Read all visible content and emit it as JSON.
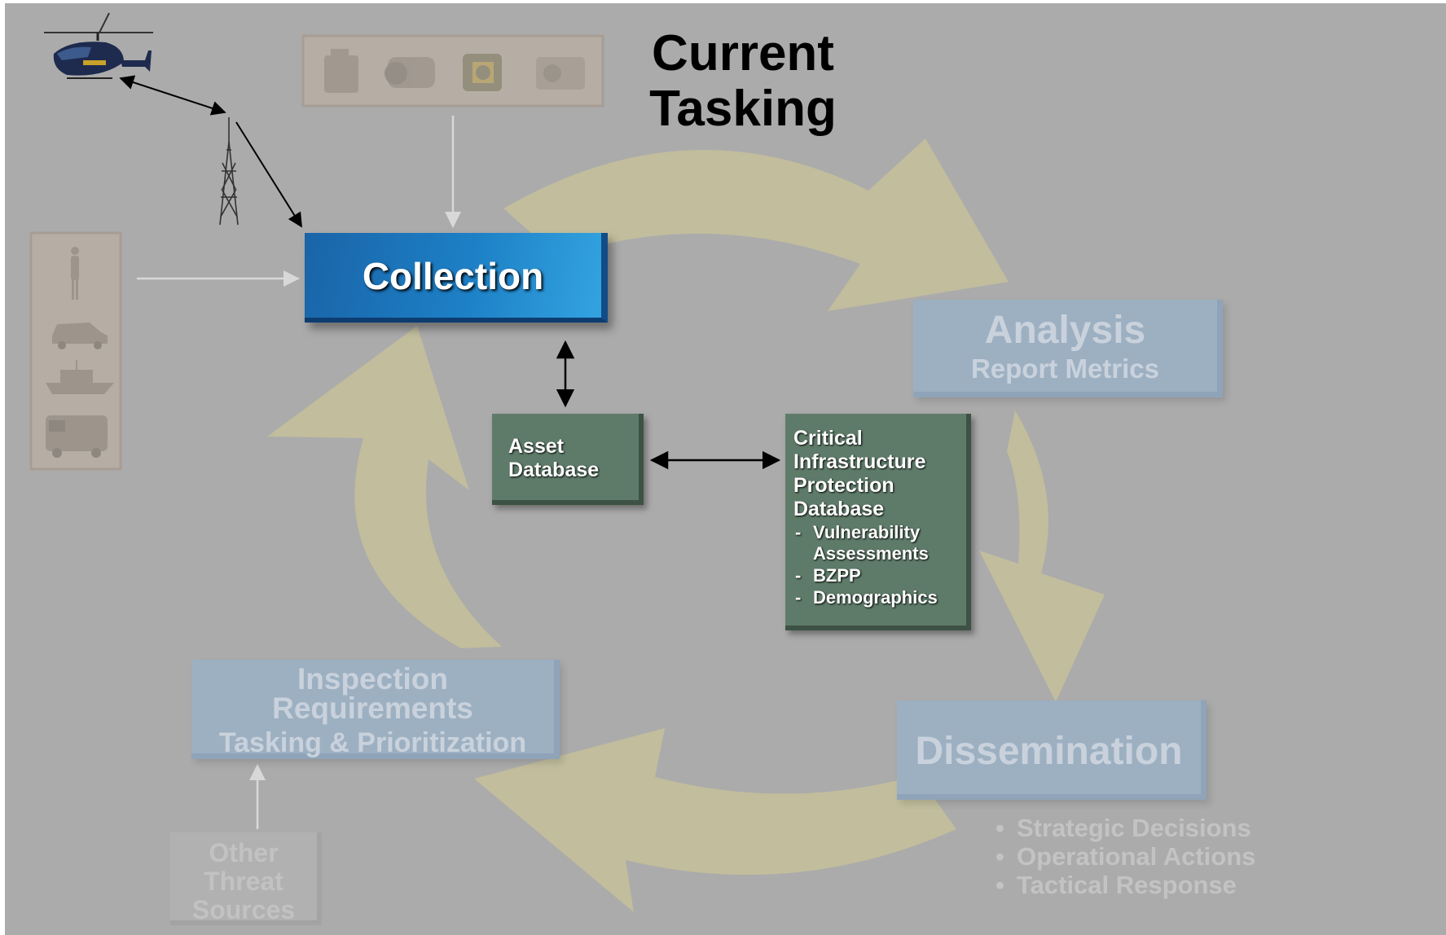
{
  "title_lines": [
    "Current",
    "Tasking"
  ],
  "collection": {
    "label": "Collection"
  },
  "analysis": {
    "title": "Analysis",
    "subtitle": "Report Metrics"
  },
  "dissemination": {
    "label": "Dissemination",
    "bullets": [
      "Strategic Decisions",
      "Operational Actions",
      "Tactical Response"
    ]
  },
  "inspection": {
    "line1": "Inspection",
    "line2": "Requirements",
    "line3": "Tasking & Prioritization"
  },
  "asset_db": {
    "line1": "Asset",
    "line2": "Database"
  },
  "cip_db": {
    "lines": [
      "Critical",
      "Infrastructure",
      "Protection",
      "Database"
    ],
    "items": [
      {
        "line1": "Vulnerability",
        "line2": "Assessments"
      },
      {
        "line1": "BZPP",
        "line2": ""
      },
      {
        "line1": "Demographics",
        "line2": ""
      }
    ]
  },
  "other_threat": {
    "lines": [
      "Other",
      "Threat",
      "Sources"
    ]
  },
  "icons": [
    "helicopter-icon",
    "radio-tower-icon",
    "camera-icon",
    "camcorder-icon",
    "video-camera-icon",
    "digital-camera-icon",
    "person-icon",
    "police-car-icon",
    "boat-icon",
    "truck-icon"
  ],
  "colors": {
    "background": "#ababab",
    "cycle_arrows": "#c4c09a",
    "collection_blue": "#1d80c6",
    "faded_box": "#9db0c2",
    "database_green": "#5e7b69"
  }
}
